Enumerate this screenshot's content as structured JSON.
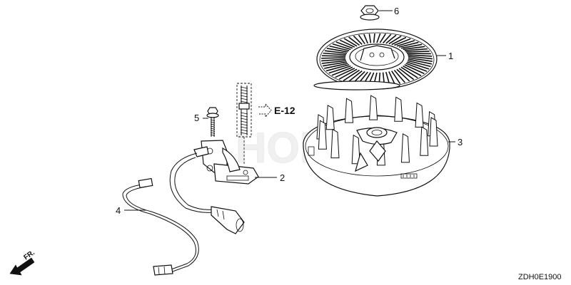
{
  "callouts": {
    "p1": "1",
    "p2": "2",
    "p3": "3",
    "p4": "4",
    "p5": "5",
    "p6": "6"
  },
  "reference": "E-12",
  "front_marker": "FR.",
  "diagram_code": "ZDH0E1900"
}
